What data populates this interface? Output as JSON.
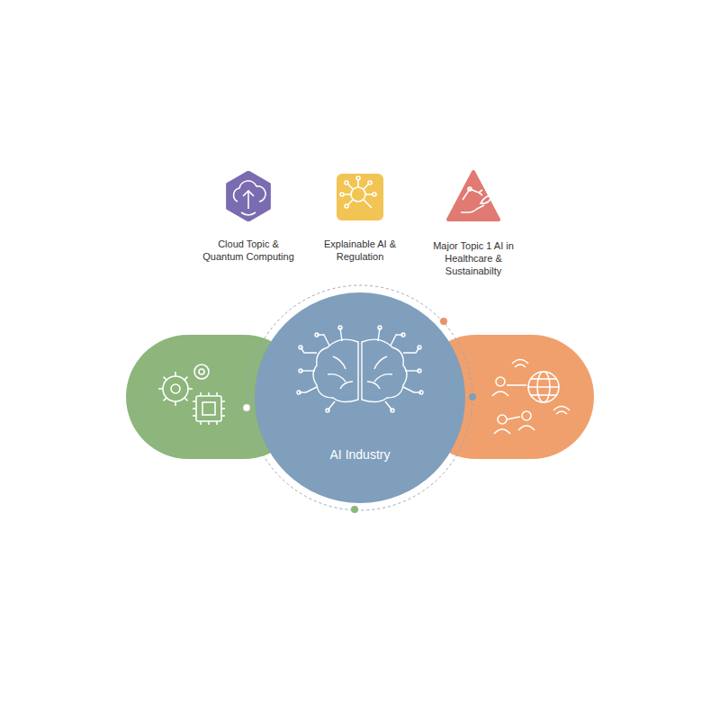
{
  "diagram": {
    "nodes": [
      {
        "text": [
          "Cloud Topic & Quantum Computing"
        ]
      },
      {
        "text": [
          "Explainable AI & Regulation"
        ]
      },
      {
        "text": [
          "Major Topic 1 AI in Healthcare & Sustainabilty"
        ]
      },
      {
        "text": [
          "AI Industry"
        ]
      }
    ]
  }
}
